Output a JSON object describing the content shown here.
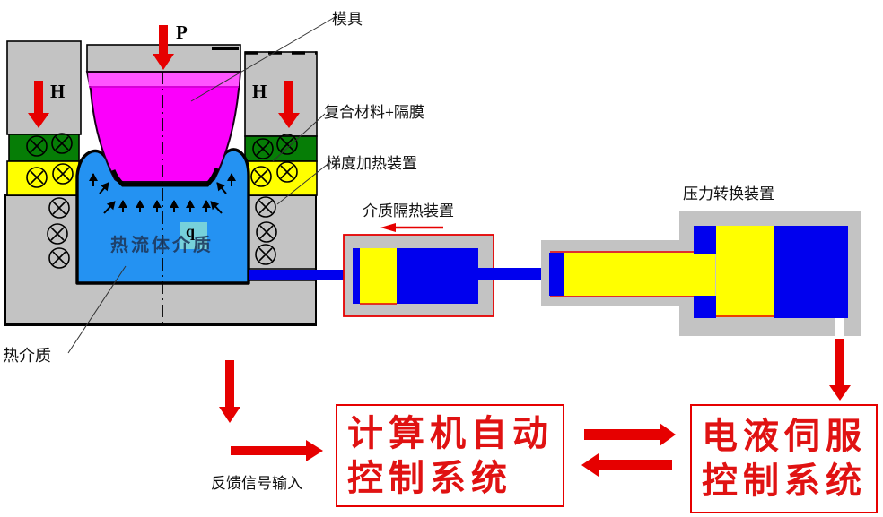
{
  "labels": {
    "mold": "模具",
    "composite_diaphragm": "复合材料+隔膜",
    "gradient_heating": "梯度加热装置",
    "medium_insulation": "介质隔热装置",
    "pressure_converter": "压力转换装置",
    "hot_medium": "热介质",
    "hot_fluid_medium": "热流体介质",
    "feedback_input": "反馈信号输入",
    "pressure_p": "P",
    "clamp_h_left": "H",
    "clamp_h_right": "H",
    "heat_q": "q"
  },
  "control_boxes": {
    "computer": {
      "line1": "计算机自动",
      "line2": "控制系统"
    },
    "servo": {
      "line1": "电液伺服",
      "line2": "控制系统"
    }
  },
  "colors": {
    "arrow_red": "#e60000",
    "box_text_red": "#e01212",
    "mold_magenta": "#fb00fb",
    "mold_magenta_light": "#ff55ff",
    "liquid_blue": "#2492f2",
    "pipe_blue": "#0000ee",
    "metal": "#c3c3c3",
    "heater_green": "#067d06",
    "heater_yellow": "#ffff00",
    "q_patch_cyan": "#7fd8d8"
  }
}
